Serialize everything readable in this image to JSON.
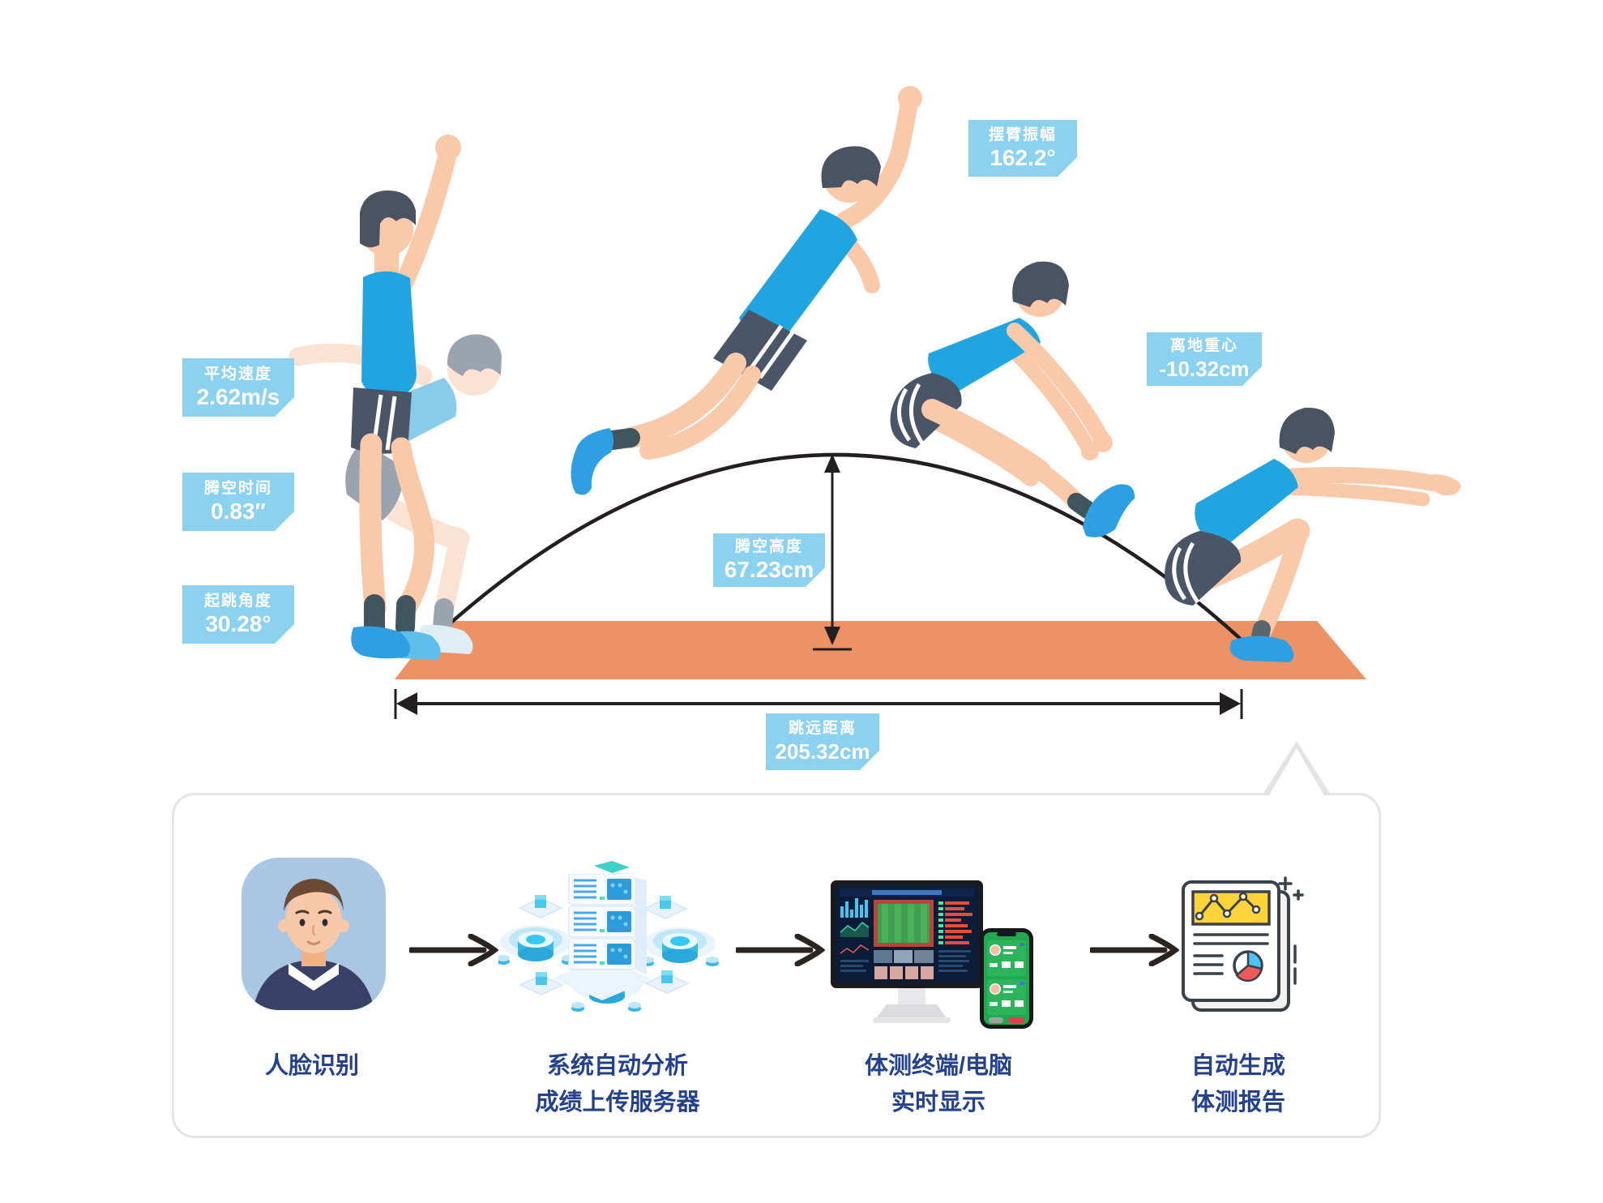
{
  "metrics": [
    {
      "id": "avg-speed",
      "label": "平均速度",
      "value": "2.62m/s"
    },
    {
      "id": "air-time",
      "label": "腾空时间",
      "value": "0.83″"
    },
    {
      "id": "takeoff-angle",
      "label": "起跳角度",
      "value": "30.28°"
    },
    {
      "id": "arm-swing",
      "label": "摆臂振幅",
      "value": "162.2°"
    },
    {
      "id": "cg-offset",
      "label": "离地重心",
      "value": "-10.32cm"
    },
    {
      "id": "air-height",
      "label": "腾空高度",
      "value": "67.23cm"
    },
    {
      "id": "jump-distance",
      "label": "跳远距离",
      "value": "205.32cm"
    }
  ],
  "flow": {
    "steps": [
      {
        "icon": "face-avatar-icon",
        "lines": [
          "人脸识别",
          ""
        ]
      },
      {
        "icon": "server-cluster-icon",
        "lines": [
          "系统自动分析",
          "成绩上传服务器"
        ]
      },
      {
        "icon": "terminal-monitor-phone-icon",
        "lines": [
          "体测终端/电脑",
          "实时显示"
        ]
      },
      {
        "icon": "report-document-icon",
        "lines": [
          "自动生成",
          "体测报告"
        ]
      }
    ]
  },
  "colors": {
    "metric_label_bg": "#8BD1F0",
    "metric_label_text": "#FFFFFF",
    "step_text": "#24418E",
    "sand": "#EC9265",
    "athlete_tank": "#21A5E1",
    "athlete_shorts": "#4A5668",
    "athlete_skin": "#F9C9A9",
    "athlete_shoe": "#2E9FE2",
    "measure_arrow": "#231F20",
    "panel_border": "#E4E4E4"
  }
}
